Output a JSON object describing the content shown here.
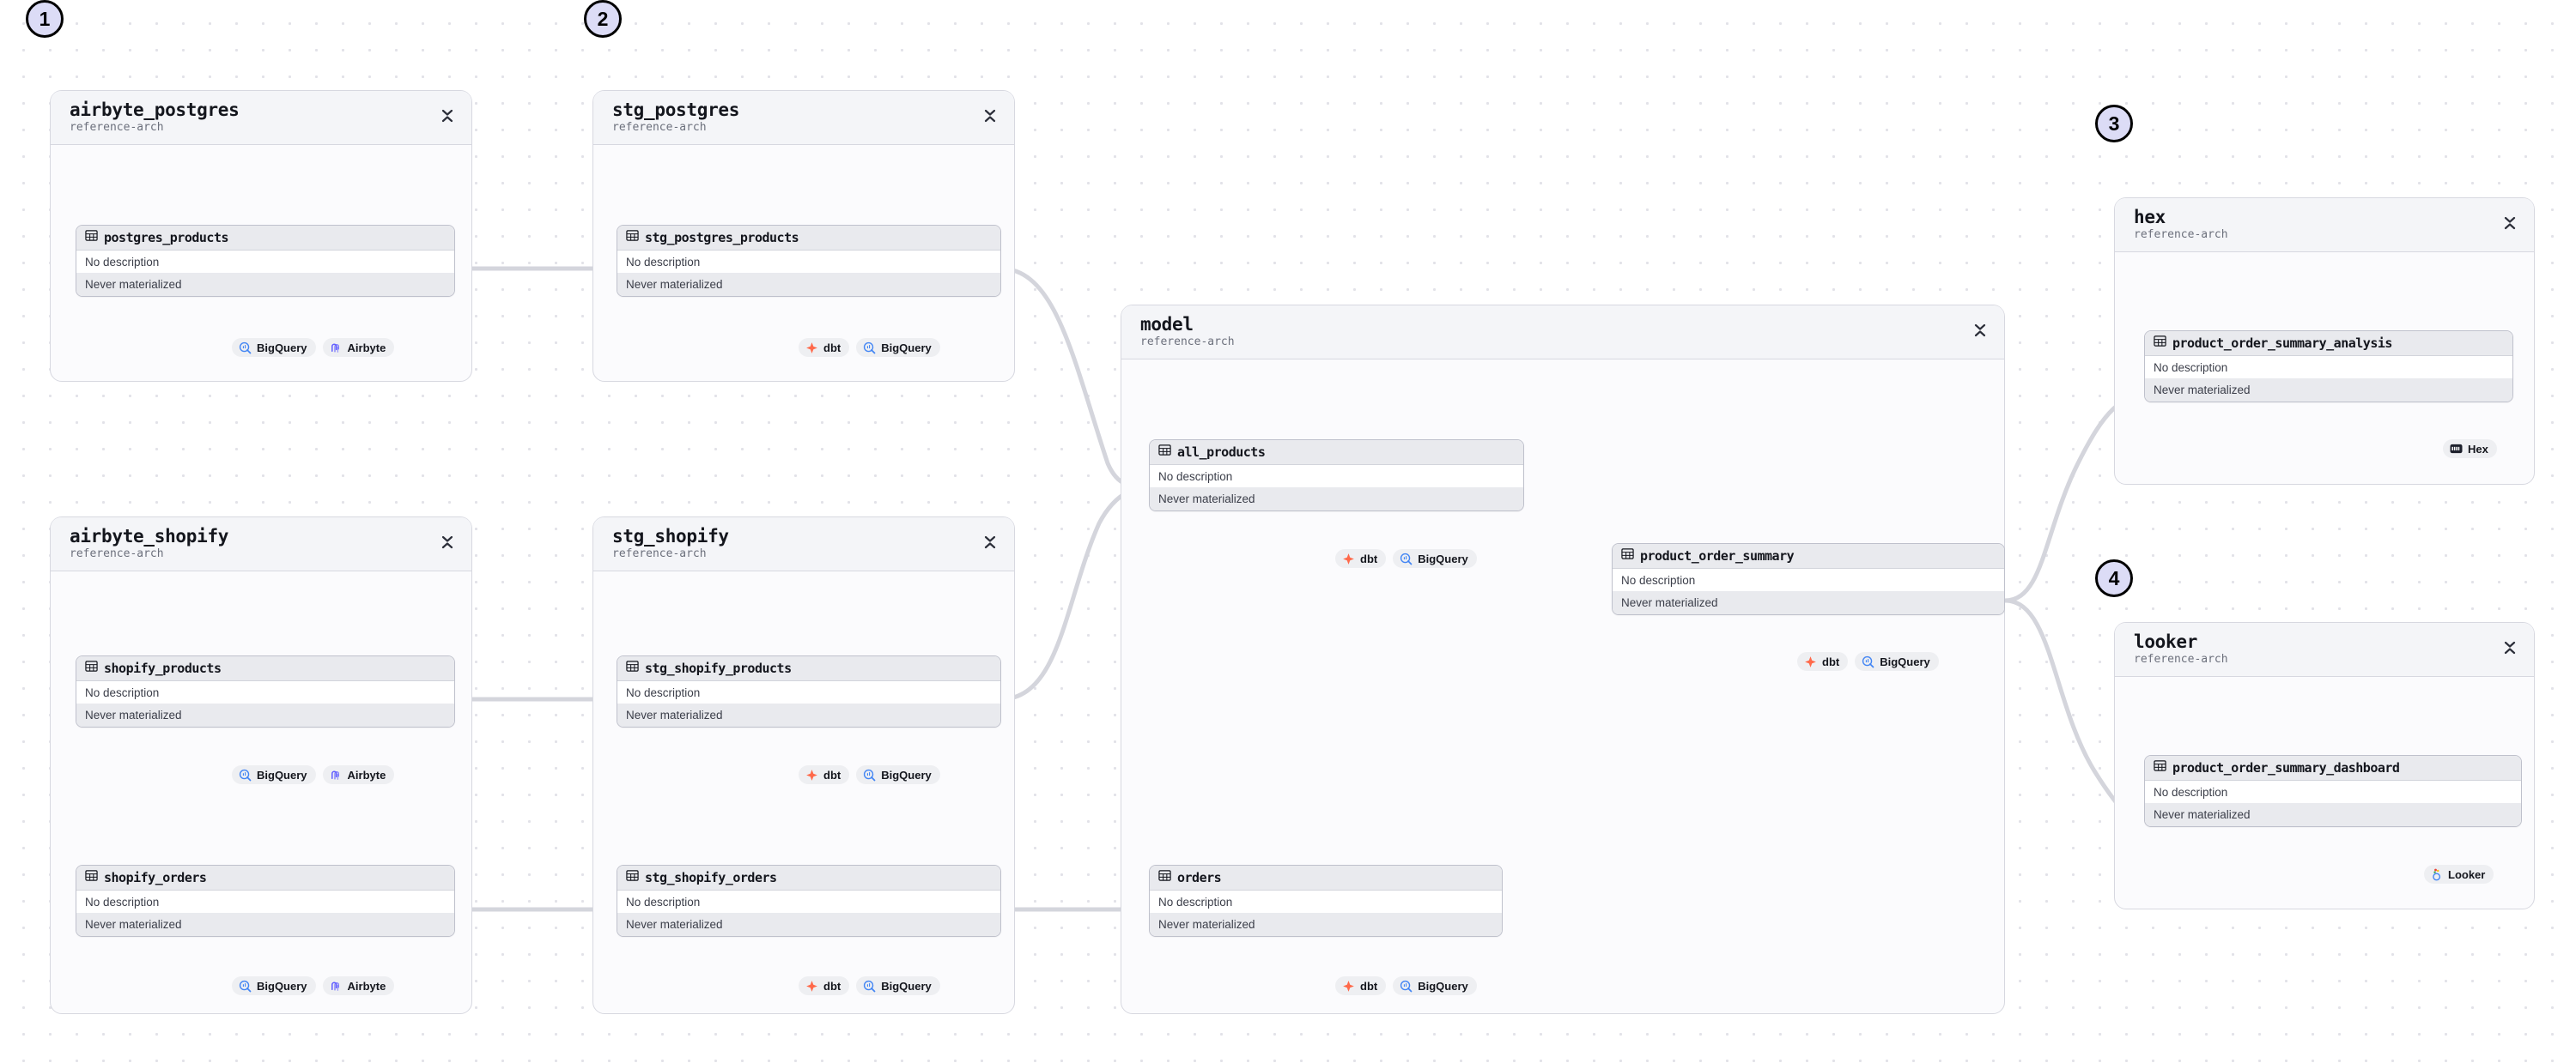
{
  "meta": {
    "view": "data-lineage-graph",
    "grid_dot_color": "#e2e2e8",
    "accent_badge_fill": "#dcdcf6",
    "edge_color": "#d4d5dc"
  },
  "labels": {
    "no_description": "No description",
    "never_materialized": "Never materialized",
    "subtitle": "reference-arch",
    "collapse_icon": "collapse-chevrons-icon",
    "table_icon": "table-grid-icon"
  },
  "badges": [
    {
      "id": "badge-1",
      "text": "1"
    },
    {
      "id": "badge-2",
      "text": "2"
    },
    {
      "id": "badge-3",
      "text": "3"
    },
    {
      "id": "badge-4",
      "text": "4"
    }
  ],
  "integrations": {
    "bigquery": {
      "label": "BigQuery",
      "icon": "bigquery-icon",
      "color": "#4285f4"
    },
    "airbyte": {
      "label": "Airbyte",
      "icon": "airbyte-icon",
      "color": "#615eff"
    },
    "dbt": {
      "label": "dbt",
      "icon": "dbt-icon",
      "color": "#ff694a"
    },
    "hex": {
      "label": "Hex",
      "icon": "hex-icon",
      "color": "#1c1f2b"
    },
    "looker": {
      "label": "Looker",
      "icon": "looker-icon",
      "color": "#4285f4"
    }
  },
  "groups": [
    {
      "id": "airbyte_postgres",
      "title": "airbyte_postgres",
      "subtitle": "reference-arch",
      "assets": [
        {
          "name": "postgres_products",
          "description": "No description",
          "materialization": "Never materialized",
          "tags": [
            "BigQuery",
            "Airbyte"
          ]
        }
      ]
    },
    {
      "id": "stg_postgres",
      "title": "stg_postgres",
      "subtitle": "reference-arch",
      "assets": [
        {
          "name": "stg_postgres_products",
          "description": "No description",
          "materialization": "Never materialized",
          "tags": [
            "dbt",
            "BigQuery"
          ]
        }
      ]
    },
    {
      "id": "airbyte_shopify",
      "title": "airbyte_shopify",
      "subtitle": "reference-arch",
      "assets": [
        {
          "name": "shopify_products",
          "description": "No description",
          "materialization": "Never materialized",
          "tags": [
            "BigQuery",
            "Airbyte"
          ]
        },
        {
          "name": "shopify_orders",
          "description": "No description",
          "materialization": "Never materialized",
          "tags": [
            "BigQuery",
            "Airbyte"
          ]
        }
      ]
    },
    {
      "id": "stg_shopify",
      "title": "stg_shopify",
      "subtitle": "reference-arch",
      "assets": [
        {
          "name": "stg_shopify_products",
          "description": "No description",
          "materialization": "Never materialized",
          "tags": [
            "dbt",
            "BigQuery"
          ]
        },
        {
          "name": "stg_shopify_orders",
          "description": "No description",
          "materialization": "Never materialized",
          "tags": [
            "dbt",
            "BigQuery"
          ]
        }
      ]
    },
    {
      "id": "model",
      "title": "model",
      "subtitle": "reference-arch",
      "assets": [
        {
          "name": "all_products",
          "description": "No description",
          "materialization": "Never materialized",
          "tags": [
            "dbt",
            "BigQuery"
          ]
        },
        {
          "name": "product_order_summary",
          "description": "No description",
          "materialization": "Never materialized",
          "tags": [
            "dbt",
            "BigQuery"
          ]
        },
        {
          "name": "orders",
          "description": "No description",
          "materialization": "Never materialized",
          "tags": [
            "dbt",
            "BigQuery"
          ]
        }
      ]
    },
    {
      "id": "hex",
      "title": "hex",
      "subtitle": "reference-arch",
      "assets": [
        {
          "name": "product_order_summary_analysis",
          "description": "No description",
          "materialization": "Never materialized",
          "tags": [
            "Hex"
          ]
        }
      ]
    },
    {
      "id": "looker",
      "title": "looker",
      "subtitle": "reference-arch",
      "assets": [
        {
          "name": "product_order_summary_dashboard",
          "description": "No description",
          "materialization": "Never materialized",
          "tags": [
            "Looker"
          ]
        }
      ]
    }
  ],
  "edges": [
    {
      "from": "postgres_products",
      "to": "stg_postgres_products"
    },
    {
      "from": "shopify_products",
      "to": "stg_shopify_products"
    },
    {
      "from": "shopify_orders",
      "to": "stg_shopify_orders"
    },
    {
      "from": "stg_postgres_products",
      "to": "all_products"
    },
    {
      "from": "stg_shopify_products",
      "to": "all_products"
    },
    {
      "from": "stg_shopify_orders",
      "to": "orders"
    },
    {
      "from": "all_products",
      "to": "product_order_summary"
    },
    {
      "from": "orders",
      "to": "product_order_summary"
    },
    {
      "from": "product_order_summary",
      "to": "product_order_summary_analysis"
    },
    {
      "from": "product_order_summary",
      "to": "product_order_summary_dashboard"
    }
  ]
}
